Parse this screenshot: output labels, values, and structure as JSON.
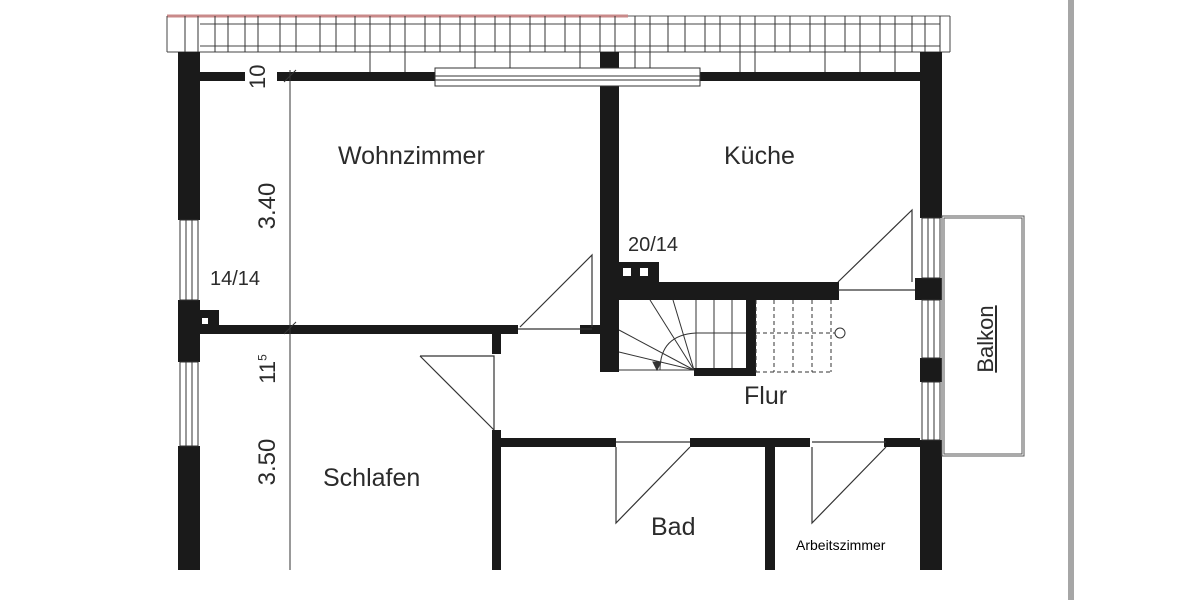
{
  "rooms": {
    "wohnzimmer": "Wohnzimmer",
    "kueche": "Küche",
    "flur": "Flur",
    "schlafen": "Schlafen",
    "bad": "Bad",
    "arbeitszimmer": "Arbeitszimmer",
    "balkon": "Balkon"
  },
  "dimensions": {
    "top_wall": "10",
    "wohnzimmer_height": "3.40",
    "inner_wall": "11",
    "inner_wall_sup": "5",
    "schlafen_height": "3.50",
    "chimney_left": "14/14",
    "chimney_right": "20/14"
  },
  "colors": {
    "wall": "#1a1a1a",
    "line": "#333333",
    "gutter": "#c98a8a",
    "divider": "#a6a6a6"
  }
}
